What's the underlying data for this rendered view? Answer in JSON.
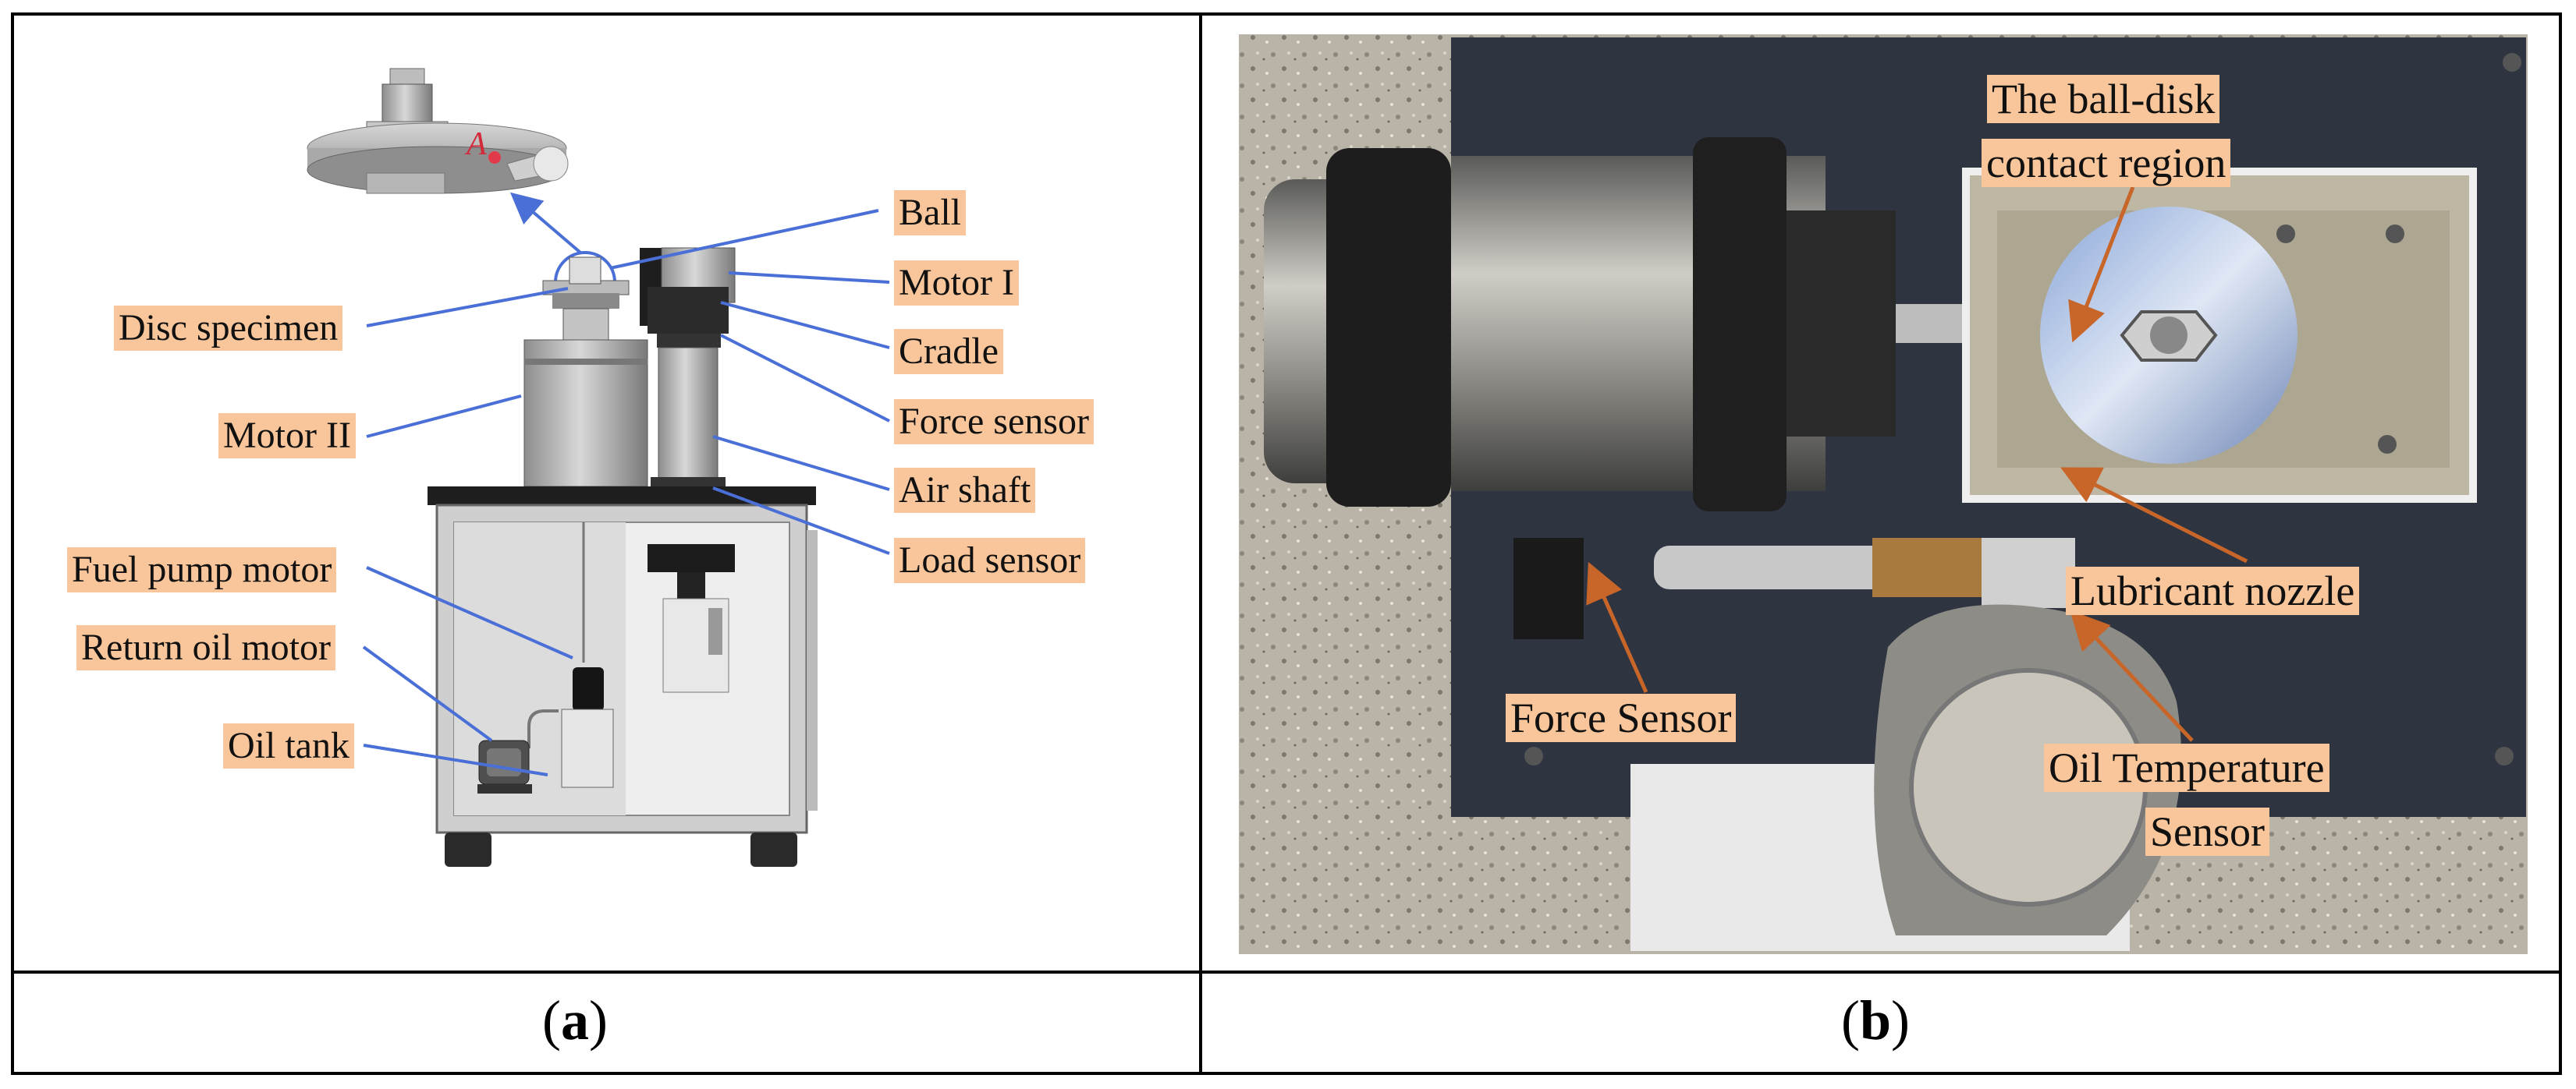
{
  "panel_a": {
    "caption": "(a)",
    "caption_letter": "a",
    "point_label": "A",
    "labels": {
      "ball": "Ball",
      "motor_i": "Motor I",
      "cradle": "Cradle",
      "force_sensor": "Force sensor",
      "air_shaft": "Air shaft",
      "load_sensor": "Load sensor",
      "disc_specimen": "Disc specimen",
      "motor_ii": "Motor II",
      "fuel_pump_motor": "Fuel pump motor",
      "return_oil_motor": "Return oil motor",
      "oil_tank": "Oil tank"
    }
  },
  "panel_b": {
    "caption": "(b)",
    "caption_letter": "b",
    "labels": {
      "contact_region_line1": "The ball-disk",
      "contact_region_line2": "contact region",
      "lubricant_nozzle": "Lubricant nozzle",
      "force_sensor": "Force Sensor",
      "oil_temp_line1": "Oil Temperature",
      "oil_temp_line2": "Sensor"
    }
  },
  "colors": {
    "label_bg": "#f8c69a",
    "arrow_blue": "#4a6fd6",
    "arrow_orange": "#c8662a"
  }
}
